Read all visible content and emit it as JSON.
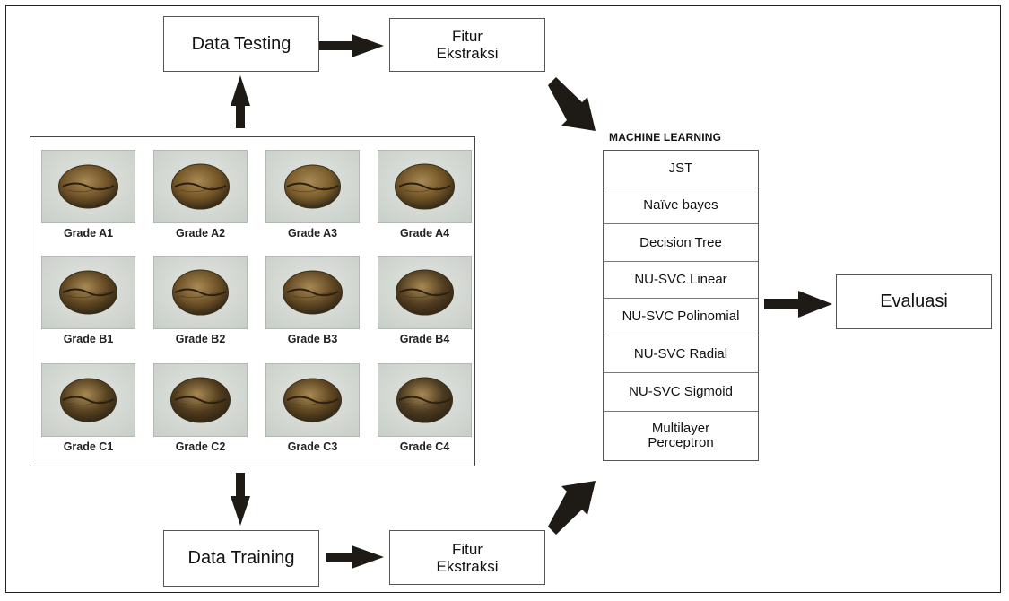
{
  "nodes": {
    "data_testing": "Data Testing",
    "fitur_top_line1": "Fitur",
    "fitur_top_line2": "Ekstraksi",
    "data_training": "Data Training",
    "fitur_bottom_line1": "Fitur",
    "fitur_bottom_line2": "Ekstraksi",
    "evaluasi": "Evaluasi"
  },
  "machine_learning": {
    "title": "MACHINE LEARNING",
    "methods": [
      "JST",
      "Naïve bayes",
      "Decision Tree",
      "NU-SVC Linear",
      "NU-SVC Polinomial",
      "NU-SVC Radial",
      "NU-SVC Sigmoid",
      "Multilayer Perceptron"
    ]
  },
  "beans": [
    {
      "label": "Grade A1",
      "tone": "#6d5127"
    },
    {
      "label": "Grade A2",
      "tone": "#725425"
    },
    {
      "label": "Grade A3",
      "tone": "#7a5d2c"
    },
    {
      "label": "Grade A4",
      "tone": "#6f5225"
    },
    {
      "label": "Grade B1",
      "tone": "#5e4621"
    },
    {
      "label": "Grade B2",
      "tone": "#6b5026"
    },
    {
      "label": "Grade B3",
      "tone": "#624824"
    },
    {
      "label": "Grade B4",
      "tone": "#523d20"
    },
    {
      "label": "Grade C1",
      "tone": "#574220"
    },
    {
      "label": "Grade C2",
      "tone": "#4f3a1c"
    },
    {
      "label": "Grade C3",
      "tone": "#5d4520"
    },
    {
      "label": "Grade C4",
      "tone": "#4b3a20"
    }
  ],
  "colors": {
    "arrow": "#1e1a16",
    "photo_bg": "#c9cfc9",
    "border": "#555555"
  }
}
